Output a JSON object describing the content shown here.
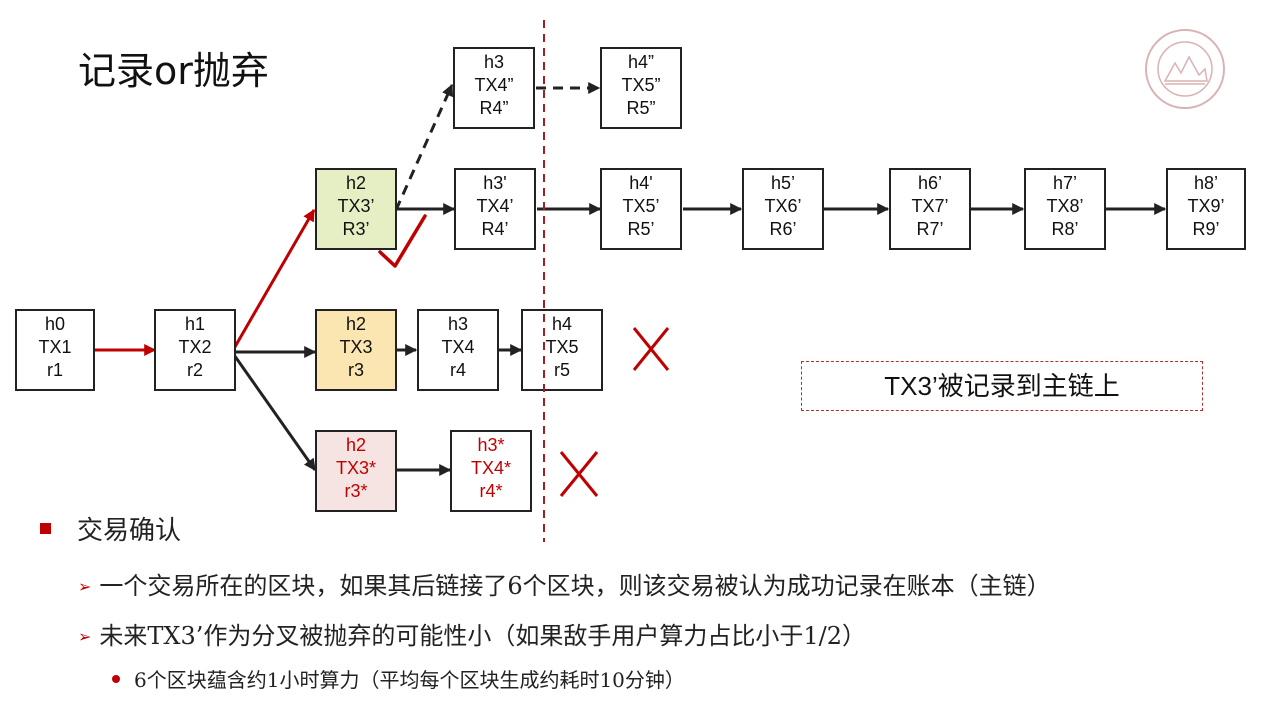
{
  "title": "记录or抛弃",
  "blocks": [
    {
      "id": "b0",
      "lines": [
        "h0",
        "TX1",
        "r1"
      ],
      "fill": "#ffffff",
      "text_color": "#111111"
    },
    {
      "id": "b1",
      "lines": [
        "h1",
        "TX2",
        "r2"
      ],
      "fill": "#ffffff",
      "text_color": "#111111"
    },
    {
      "id": "b2a",
      "lines": [
        "h2",
        "TX3’",
        "R3’"
      ],
      "fill": "#e6efc4",
      "text_color": "#111111"
    },
    {
      "id": "b2b",
      "lines": [
        "h2",
        "TX3",
        "r3"
      ],
      "fill": "#fbe6b2",
      "text_color": "#111111"
    },
    {
      "id": "b2c",
      "lines": [
        "h2",
        "TX3*",
        "r3*"
      ],
      "fill": "#f5e4e2",
      "text_color": "#c00000"
    },
    {
      "id": "b3a",
      "lines": [
        "h3'",
        "TX4’",
        "R4’"
      ],
      "fill": "#ffffff",
      "text_color": "#111111"
    },
    {
      "id": "b3t",
      "lines": [
        "h3",
        "TX4”",
        "R4”"
      ],
      "fill": "#ffffff",
      "text_color": "#111111"
    },
    {
      "id": "b4t",
      "lines": [
        "h4”",
        "TX5”",
        "R5”"
      ],
      "fill": "#ffffff",
      "text_color": "#111111"
    },
    {
      "id": "b4a",
      "lines": [
        "h4'",
        "TX5’",
        "R5’"
      ],
      "fill": "#ffffff",
      "text_color": "#111111"
    },
    {
      "id": "b5a",
      "lines": [
        "h5’",
        "TX6’",
        "R6’"
      ],
      "fill": "#ffffff",
      "text_color": "#111111"
    },
    {
      "id": "b6a",
      "lines": [
        "h6’",
        "TX7’",
        "R7’"
      ],
      "fill": "#ffffff",
      "text_color": "#111111"
    },
    {
      "id": "b7a",
      "lines": [
        "h7’",
        "TX8’",
        "R8’"
      ],
      "fill": "#ffffff",
      "text_color": "#111111"
    },
    {
      "id": "b8a",
      "lines": [
        "h8’",
        "TX9’",
        "R9’"
      ],
      "fill": "#ffffff",
      "text_color": "#111111"
    },
    {
      "id": "b3b",
      "lines": [
        "h3",
        "TX4",
        "r4"
      ],
      "fill": "#ffffff",
      "text_color": "#111111"
    },
    {
      "id": "b4b",
      "lines": [
        "h4",
        "TX5",
        "r5"
      ],
      "fill": "#ffffff",
      "text_color": "#111111"
    },
    {
      "id": "b3c",
      "lines": [
        "h3*",
        "TX4*",
        "r4*"
      ],
      "fill": "#ffffff",
      "text_color": "#c00000"
    }
  ],
  "note": "TX3’被记录到主链上",
  "bullet_main": "交易确认",
  "bullet_sub": [
    "一个交易所在的区块，如果其后链接了6个区块，则该交易被认为成功记录在账本（主链）",
    "未来TX3’作为分叉被抛弃的可能性小（如果敌手用户算力占比小于1/2）"
  ],
  "bullet_subsub": "6个区块蕴含约1小时算力（平均每个区块生成约耗时10分钟）",
  "colors": {
    "accent": "#c00000",
    "arrow": "#222222",
    "divider": "#a02020"
  },
  "icons": {
    "check": "check-mark-icon",
    "cross": "cross-mark-icon",
    "logo": "university-seal-icon"
  }
}
